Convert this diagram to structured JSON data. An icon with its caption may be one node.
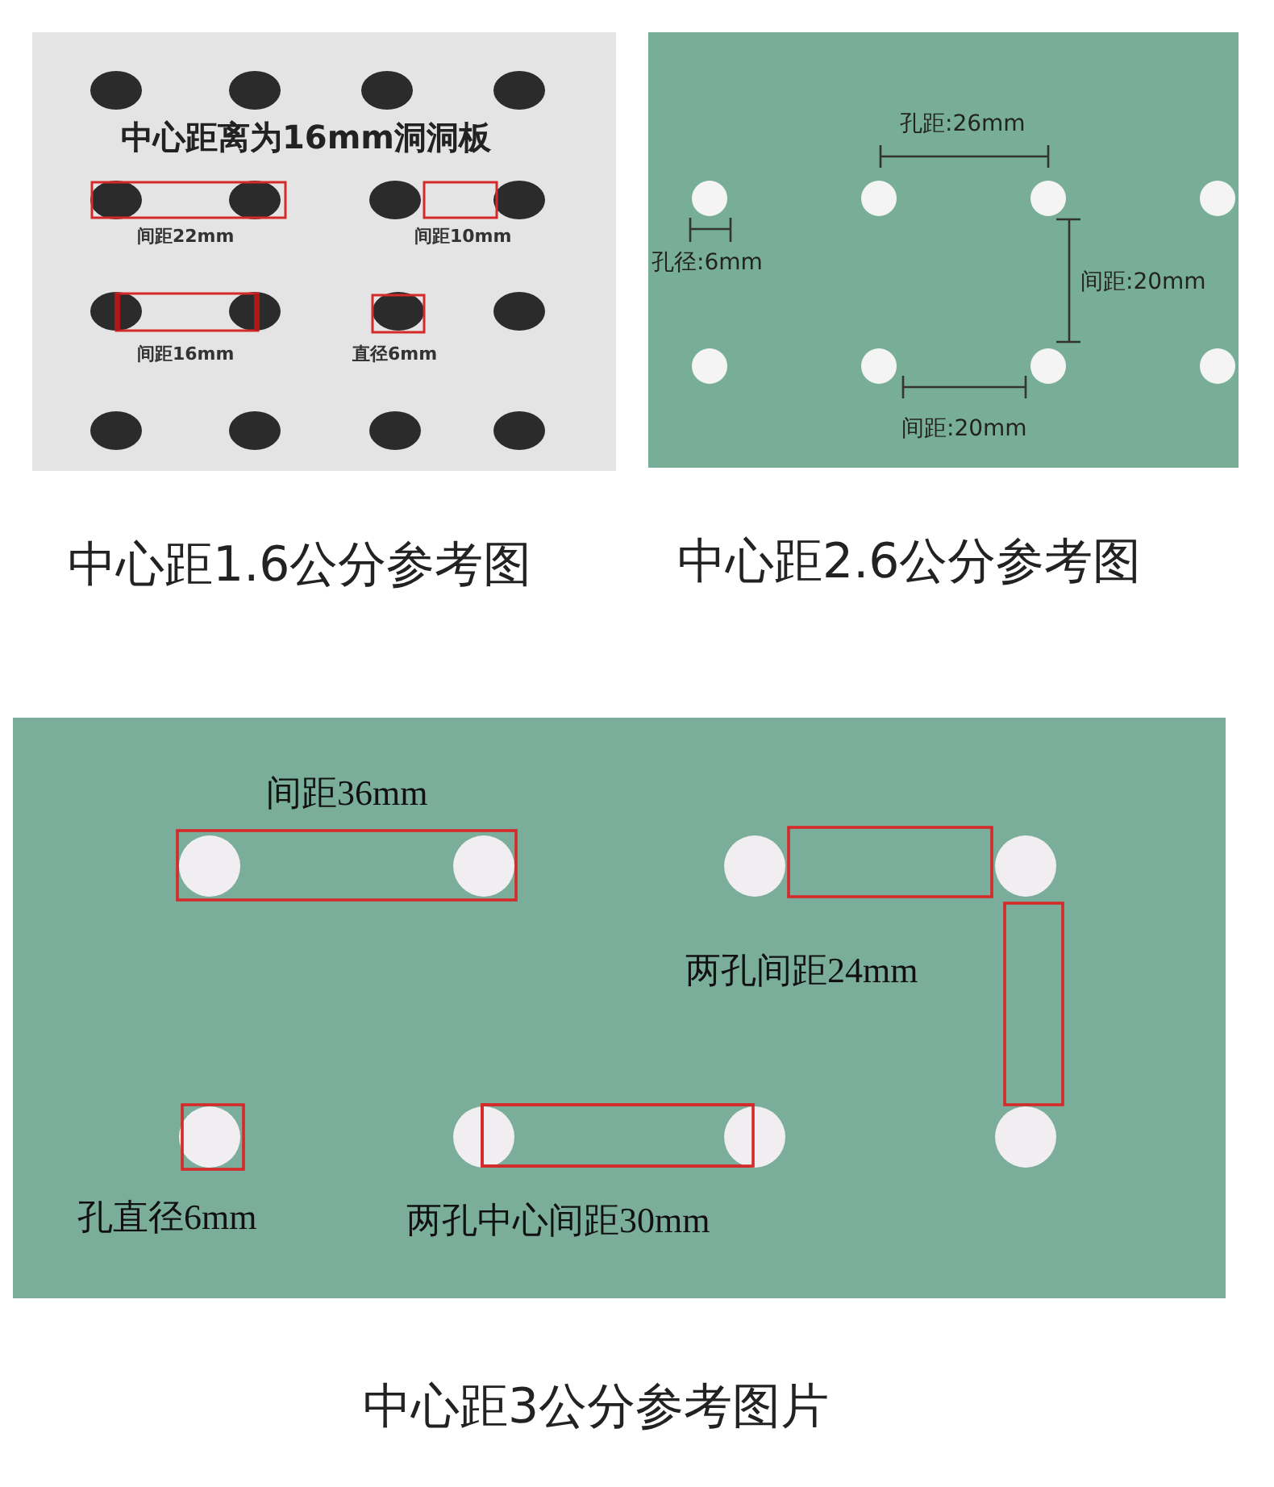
{
  "diagram": {
    "nodes": [
      {
        "text": [
          "中心距离为16mm洞洞板",
          "间距22mm",
          "间距10mm",
          "间距16mm",
          "直径6mm"
        ],
        "beside": [
          "中心距1.6公分参考图"
        ]
      },
      {
        "text": [
          "孔距:26mm",
          "孔径:6mm",
          "间距:20mm",
          "间距:20mm"
        ],
        "beside": [
          "中心距2.6公分参考图"
        ]
      },
      {
        "text": [
          "间距36mm",
          "两孔间距24mm",
          "孔直径6mm",
          "两孔中心间距30mm"
        ],
        "beside": [
          "中心距3公分参考图片"
        ]
      }
    ]
  }
}
